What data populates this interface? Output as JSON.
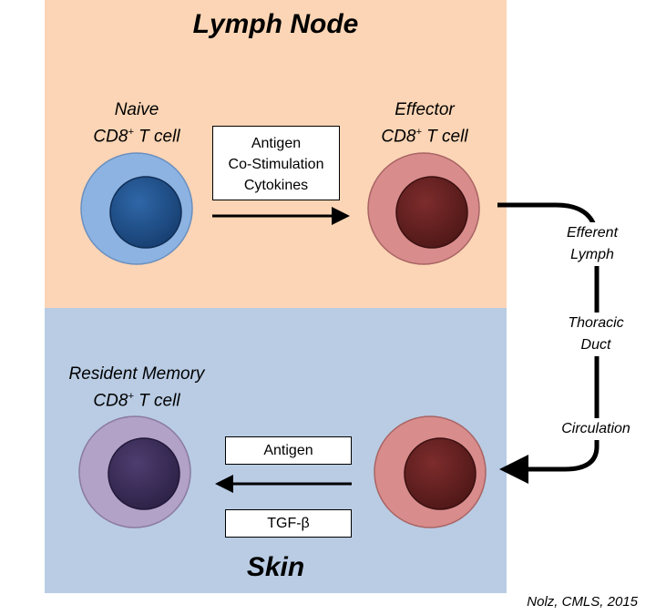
{
  "lymph_node": {
    "title": "Lymph Node",
    "naive_cell": {
      "label_line1": "Naive",
      "label_line2_prefix": "CD8",
      "label_sup": "+",
      "label_line2_suffix": " T cell"
    },
    "effector_cell": {
      "label_line1": "Effector",
      "label_line2_prefix": "CD8",
      "label_sup": "+",
      "label_line2_suffix": " T cell"
    },
    "signals_box": {
      "line1": "Antigen",
      "line2": "Co-Stimulation",
      "line3": "Cytokines"
    }
  },
  "skin": {
    "title": "Skin",
    "memory_cell": {
      "label_line1": "Resident Memory",
      "label_line2_prefix": "CD8",
      "label_sup": "+",
      "label_line2_suffix": " T cell"
    },
    "antigen_box": "Antigen",
    "tgf_box": "TGF-β"
  },
  "route": {
    "efferent_line1": "Efferent",
    "efferent_line2": "Lymph",
    "thoracic_line1": "Thoracic",
    "thoracic_line2": "Duct",
    "circulation": "Circulation"
  },
  "citation": "Nolz, CMLS, 2015",
  "colors": {
    "lymph_bg": "#fbd5b5",
    "skin_bg": "#b9cce4",
    "naive_outer": "#8db3e2",
    "naive_nucleus": "#1f4e88",
    "effector_outer": "#d98c8c",
    "effector_nucleus": "#6b2222",
    "memory_outer": "#b3a2c7",
    "memory_nucleus": "#3d2f5a"
  }
}
